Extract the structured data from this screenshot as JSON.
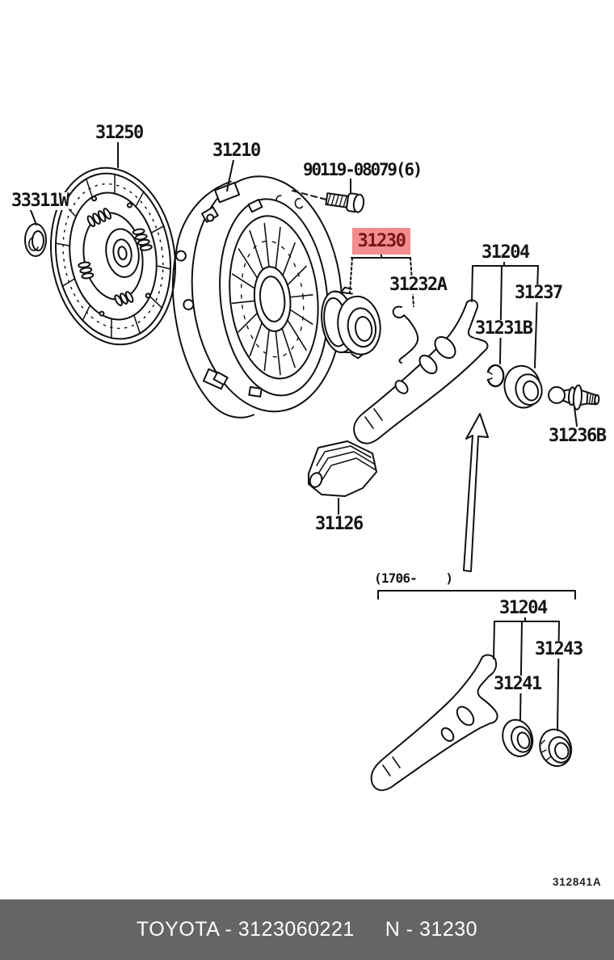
{
  "diagram": {
    "ref_code": "312841A",
    "note_production_range": "(1706-    )",
    "highlight": {
      "part": "31230",
      "bg": "#f18d8d",
      "fg": "#7b1417"
    },
    "callouts": [
      {
        "part": "31250"
      },
      {
        "part": "33311W"
      },
      {
        "part": "31210"
      },
      {
        "part": "90119-08079(6)"
      },
      {
        "part": "31232A"
      },
      {
        "part": "31204"
      },
      {
        "part": "31237"
      },
      {
        "part": "31231B"
      },
      {
        "part": "31236B"
      },
      {
        "part": "31126"
      },
      {
        "part": "31204"
      },
      {
        "part": "31243"
      },
      {
        "part": "31241"
      }
    ]
  },
  "footer": {
    "brand_code": "TOYOTA - 3123060221",
    "part_code": "N - 31230",
    "bg": "#656565",
    "fg": "#ffffff"
  },
  "colors": {
    "line": "#111111",
    "page_bg": "#ffffff"
  }
}
